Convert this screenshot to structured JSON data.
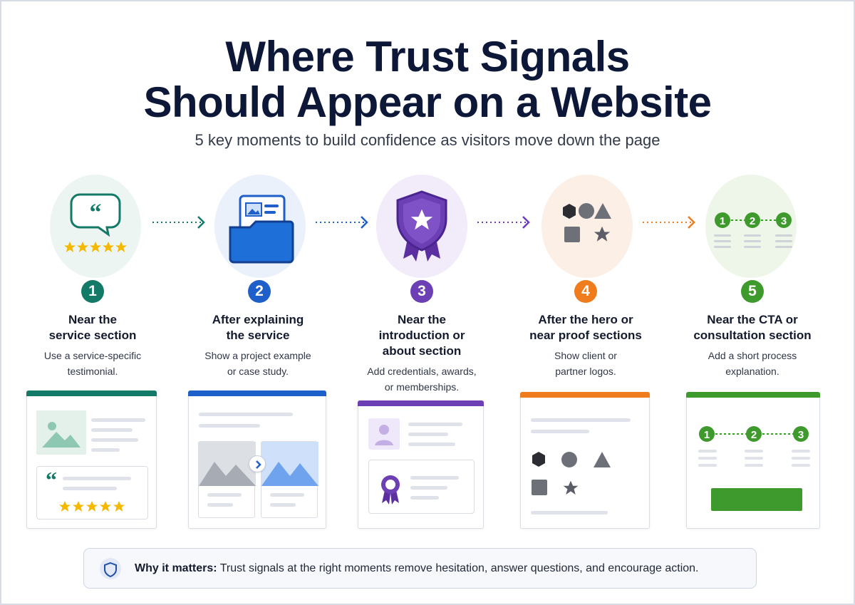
{
  "title_line1": "Where Trust Signals",
  "title_line2": "Should Appear on a Website",
  "subtitle": "5 key moments to build confidence as visitors move down the page",
  "colors": {
    "step1": "#137a68",
    "step2": "#1f5fc9",
    "step3": "#6d3fb5",
    "step4": "#ef7d1e",
    "step5": "#3f9a2e",
    "star": "#f5b800"
  },
  "steps": [
    {
      "number": "1",
      "heading_line1": "Near the",
      "heading_line2": "service section",
      "desc_line1": "Use a service-specific",
      "desc_line2": "testimonial.",
      "icon": "quote-bubble-stars-icon"
    },
    {
      "number": "2",
      "heading_line1": "After explaining",
      "heading_line2": "the service",
      "desc_line1": "Show a project example",
      "desc_line2": "or case study.",
      "icon": "folder-image-icon"
    },
    {
      "number": "3",
      "heading_line1": "Near the",
      "heading_line2": "introduction or",
      "heading_line3": "about section",
      "desc_line1": "Add credentials, awards,",
      "desc_line2": "or memberships.",
      "icon": "shield-star-badge-icon"
    },
    {
      "number": "4",
      "heading_line1": "After the hero or",
      "heading_line2": "near proof sections",
      "desc_line1": "Show client or",
      "desc_line2": "partner logos.",
      "icon": "logo-shapes-icon"
    },
    {
      "number": "5",
      "heading_line1": "Near the CTA or",
      "heading_line2": "consultation section",
      "desc_line1": "Add a short process",
      "desc_line2": "explanation.",
      "icon": "process-steps-icon"
    }
  ],
  "process_steps": [
    "1",
    "2",
    "3"
  ],
  "quote_glyph": "“",
  "banner": {
    "label": "Why it matters:",
    "text": "Trust signals at the right moments remove hesitation, answer questions, and encourage action."
  }
}
